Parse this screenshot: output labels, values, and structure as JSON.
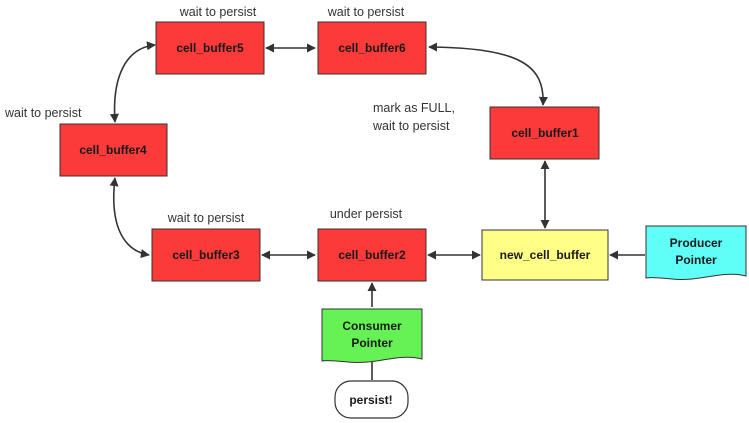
{
  "colors": {
    "red": "#fc3a3a",
    "yellow": "#ffff88",
    "green": "#66f155",
    "cyan": "#5ffff7",
    "stroke": "#333333",
    "line": "#333333"
  },
  "nodes": {
    "cell_buffer1": "cell_buffer1",
    "cell_buffer2": "cell_buffer2",
    "cell_buffer3": "cell_buffer3",
    "cell_buffer4": "cell_buffer4",
    "cell_buffer5": "cell_buffer5",
    "cell_buffer6": "cell_buffer6",
    "new_cell_buffer": "new_cell_buffer",
    "consumer_line1": "Consumer",
    "consumer_line2": "Pointer",
    "producer_line1": "Producer",
    "producer_line2": "Pointer",
    "persist": "persist!"
  },
  "annotations": {
    "above_buffer5": "wait to persist",
    "above_buffer6": "wait to persist",
    "left_of_buffer4": "wait to persist",
    "above_buffer3": "wait to persist",
    "above_buffer2": "under persist",
    "full_line1": "mark as FULL,",
    "full_line2": "wait to persist"
  }
}
